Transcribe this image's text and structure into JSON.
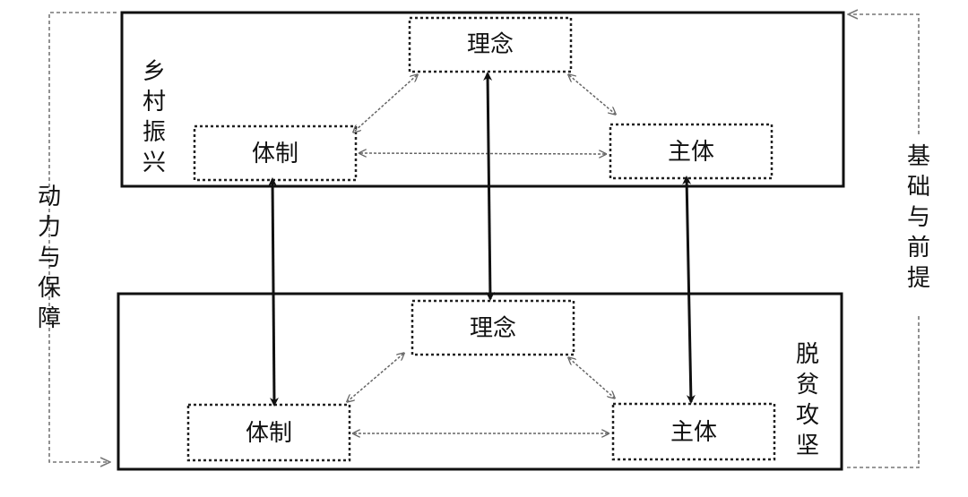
{
  "top_panel": {
    "title": [
      "乡",
      "村",
      "振",
      "兴"
    ],
    "concept": "理念",
    "system": "体制",
    "subject": "主体"
  },
  "bottom_panel": {
    "title": [
      "脱",
      "贫",
      "攻",
      "坚"
    ],
    "concept": "理念",
    "system": "体制",
    "subject": "主体"
  },
  "left_side": {
    "label": [
      "动",
      "力",
      "与",
      "保",
      "障"
    ]
  },
  "right_side": {
    "label": [
      "基",
      "础",
      "与",
      "前",
      "提"
    ]
  },
  "colors": {
    "line": "#111111",
    "dashed": "#777777"
  }
}
